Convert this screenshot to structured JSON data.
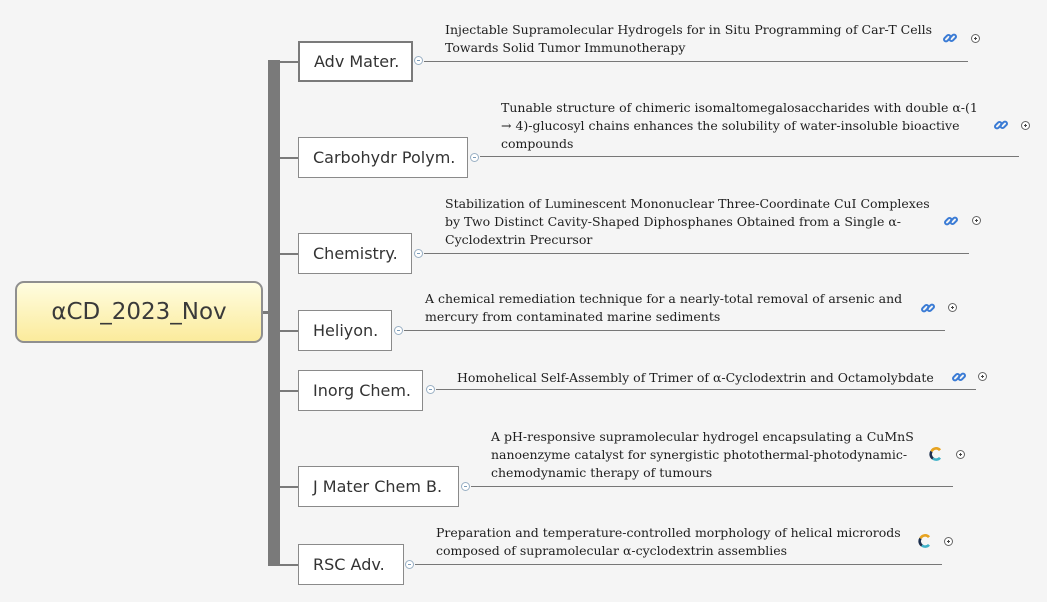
{
  "root": {
    "label": "αCD_2023_Nov"
  },
  "branches": [
    {
      "label": "Adv Mater.",
      "title_lines": [
        "Injectable Supramolecular Hydrogels for in Situ Programming of Car-T Cells",
        "Towards Solid Tumor Immunotherapy"
      ],
      "icon": "link-icon"
    },
    {
      "label": "Carbohydr Polym.",
      "title_lines": [
        "Tunable structure of chimeric isomaltomegalosaccharides with double α-(1",
        "→ 4)-glucosyl chains enhances the solubility of water-insoluble bioactive",
        "compounds"
      ],
      "icon": "link-icon"
    },
    {
      "label": "Chemistry.",
      "title_lines": [
        "Stabilization of Luminescent Mononuclear Three-Coordinate CuI Complexes",
        "by Two Distinct Cavity-Shaped Diphosphanes Obtained from a Single α-",
        "Cyclodextrin Precursor"
      ],
      "icon": "link-icon"
    },
    {
      "label": "Heliyon.",
      "title_lines": [
        "A chemical remediation technique for a nearly-total removal of arsenic and",
        "mercury from contaminated marine sediments"
      ],
      "icon": "link-icon"
    },
    {
      "label": "Inorg Chem.",
      "title_lines": [
        "Homohelical Self-Assembly of Trimer of α-Cyclodextrin and Octamolybdate"
      ],
      "icon": "link-icon"
    },
    {
      "label": "J Mater Chem B.",
      "title_lines": [
        "A pH-responsive supramolecular hydrogel encapsulating a CuMnS",
        "nanoenzyme catalyst for synergistic photothermal-photodynamic-",
        "chemodynamic therapy of tumours"
      ],
      "icon": "crossref-icon"
    },
    {
      "label": "RSC Adv.",
      "title_lines": [
        "Preparation and temperature-controlled morphology of helical microrods",
        "composed of supramolecular α-cyclodextrin assemblies"
      ],
      "icon": "crossref-icon"
    }
  ],
  "colors": {
    "root_fill_top": "#fffde0",
    "root_fill_bottom": "#fbeb9c",
    "connector": "#7a7a7a",
    "link_icon": "#3a7bd5"
  }
}
